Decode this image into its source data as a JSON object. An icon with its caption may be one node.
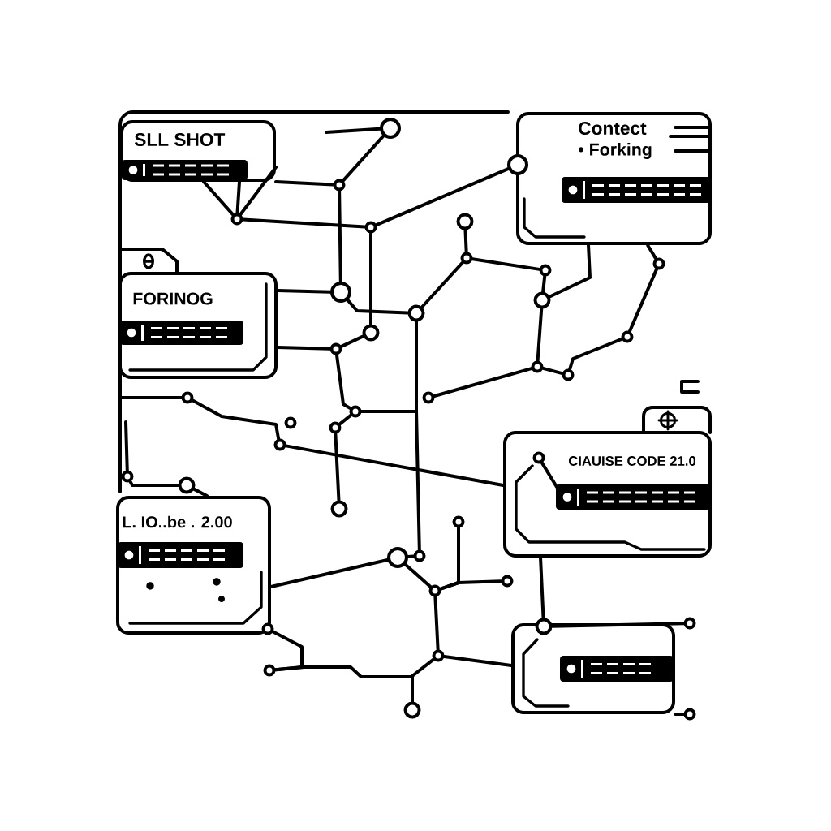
{
  "diagram": {
    "nodes": [
      {
        "text": [
          "SLL SHOT"
        ]
      },
      {
        "text": [
          "Contect",
          "• Forking"
        ]
      },
      {
        "text": [
          "FORINOG"
        ]
      },
      {
        "text": [
          "CIAUISE CODE 21.0"
        ]
      },
      {
        "text": [
          "L. IO..be . 2.00"
        ]
      },
      {
        "text": [],
        "shape": "box"
      },
      {
        "text": [],
        "shape": "circle"
      },
      {
        "text": [],
        "shape": "circle"
      },
      {
        "text": [],
        "shape": "circle"
      },
      {
        "text": [],
        "shape": "circle"
      },
      {
        "text": [],
        "shape": "circle"
      },
      {
        "text": [],
        "shape": "circle"
      },
      {
        "text": [],
        "shape": "circle"
      },
      {
        "text": [],
        "shape": "circle"
      },
      {
        "text": [],
        "shape": "circle"
      },
      {
        "text": [],
        "shape": "circle"
      },
      {
        "text": [],
        "shape": "circle"
      },
      {
        "text": [],
        "shape": "circle"
      },
      {
        "text": [],
        "shape": "circle"
      },
      {
        "text": [],
        "shape": "circle"
      },
      {
        "text": [],
        "shape": "circle"
      },
      {
        "text": [],
        "shape": "circle"
      },
      {
        "text": [],
        "shape": "circle"
      },
      {
        "text": [],
        "shape": "circle"
      },
      {
        "text": [],
        "shape": "circle"
      },
      {
        "text": [],
        "shape": "circle"
      },
      {
        "text": [],
        "shape": "circle"
      },
      {
        "text": [],
        "shape": "circle"
      },
      {
        "text": [],
        "shape": "circle"
      },
      {
        "text": [],
        "shape": "circle"
      },
      {
        "text": [],
        "shape": "circle"
      },
      {
        "text": [],
        "shape": "circle"
      },
      {
        "text": [],
        "shape": "circle"
      },
      {
        "text": [],
        "shape": "circle"
      },
      {
        "text": [],
        "shape": "circle"
      },
      {
        "text": [],
        "shape": "circle"
      },
      {
        "text": [],
        "shape": "circle"
      },
      {
        "text": [],
        "shape": "circle"
      },
      {
        "text": [],
        "shape": "circle"
      },
      {
        "text": [],
        "shape": "circle"
      },
      {
        "text": [],
        "shape": "circle",
        "in": 3
      },
      {
        "text": [],
        "shape": "circle"
      },
      {
        "text": [],
        "shape": "circle"
      },
      {
        "text": [],
        "shape": "circle"
      },
      {
        "text": [],
        "shape": "circle"
      }
    ],
    "edges": [
      {
        "from": null,
        "to": 6,
        "arrow": "none"
      },
      {
        "from": 6,
        "to": 7,
        "arrow": "none"
      },
      {
        "from": 0,
        "to": 7,
        "arrow": "none"
      },
      {
        "from": 0,
        "to": 8,
        "arrow": "none"
      },
      {
        "from": 8,
        "to": 9,
        "arrow": "none"
      },
      {
        "from": 9,
        "to": 10,
        "arrow": "none"
      },
      {
        "from": 7,
        "to": 11,
        "arrow": "none"
      },
      {
        "from": 2,
        "to": 11,
        "arrow": "none"
      },
      {
        "from": 11,
        "to": 12,
        "arrow": "none"
      },
      {
        "from": 12,
        "to": 14,
        "arrow": "none"
      },
      {
        "from": 14,
        "to": 13,
        "arrow": "none"
      },
      {
        "from": 14,
        "to": 15,
        "arrow": "none"
      },
      {
        "from": 16,
        "to": 1,
        "arrow": "none"
      },
      {
        "from": 15,
        "to": 16,
        "arrow": "none"
      },
      {
        "from": 16,
        "to": 17,
        "arrow": "none"
      },
      {
        "from": 25,
        "to": 17,
        "arrow": "none"
      },
      {
        "from": 17,
        "to": 18,
        "arrow": "none"
      },
      {
        "from": 18,
        "to": 19,
        "arrow": "none"
      },
      {
        "from": 19,
        "to": 20,
        "arrow": "none"
      },
      {
        "from": 20,
        "to": 1,
        "arrow": "none"
      },
      {
        "from": 9,
        "to": 21,
        "arrow": "none"
      },
      {
        "from": 21,
        "to": 22,
        "arrow": "none"
      },
      {
        "from": 2,
        "to": 22,
        "arrow": "none"
      },
      {
        "from": 22,
        "to": 44,
        "arrow": "none"
      },
      {
        "from": 44,
        "to": 23,
        "arrow": "none"
      },
      {
        "from": 23,
        "to": 24,
        "arrow": "none"
      },
      {
        "from": 44,
        "to": 12,
        "arrow": "none"
      },
      {
        "from": 44,
        "to": 32,
        "arrow": "none"
      },
      {
        "from": null,
        "to": 26,
        "arrow": "none"
      },
      {
        "from": 26,
        "to": 27,
        "arrow": "none"
      },
      {
        "from": 27,
        "to": 3,
        "arrow": "none"
      },
      {
        "from": null,
        "to": 29,
        "arrow": "none"
      },
      {
        "from": 29,
        "to": 30,
        "arrow": "none"
      },
      {
        "from": 30,
        "to": 4,
        "arrow": "none"
      },
      {
        "from": 4,
        "to": 31,
        "arrow": "none"
      },
      {
        "from": 31,
        "to": 33,
        "arrow": "none"
      },
      {
        "from": 33,
        "to": 34,
        "arrow": "none"
      },
      {
        "from": 33,
        "to": 35,
        "arrow": "none"
      },
      {
        "from": 33,
        "to": 36,
        "arrow": "none"
      },
      {
        "from": 36,
        "to": 5,
        "arrow": "none"
      },
      {
        "from": 36,
        "to": 37,
        "arrow": "none"
      },
      {
        "from": 38,
        "to": 37,
        "arrow": "none"
      },
      {
        "from": 39,
        "to": 38,
        "arrow": "none"
      },
      {
        "from": 40,
        "to": null,
        "arrow": "none"
      },
      {
        "from": 3,
        "to": 41,
        "arrow": "none"
      },
      {
        "from": 41,
        "to": 42,
        "arrow": "none"
      },
      {
        "from": 5,
        "to": 43,
        "arrow": "none"
      },
      {
        "from": 31,
        "to": 32,
        "arrow": "none"
      },
      {
        "from": 0,
        "to": 8,
        "arrow": "none"
      },
      {
        "from": 0,
        "to": 8,
        "arrow": "none"
      }
    ]
  }
}
